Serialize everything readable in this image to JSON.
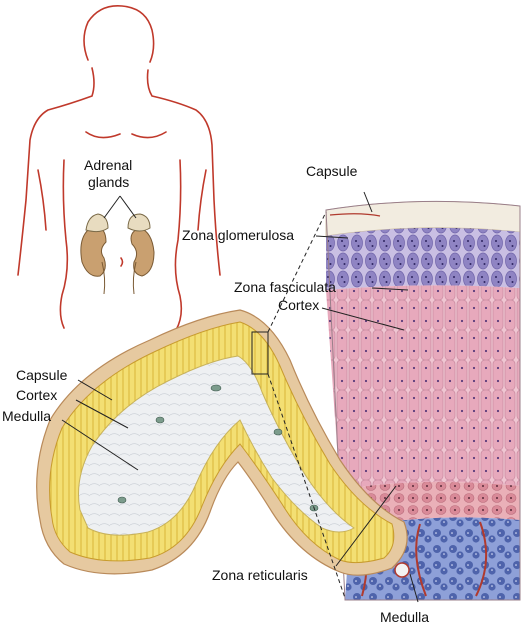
{
  "labels": {
    "adrenal_glands_line1": "Adrenal",
    "adrenal_glands_line2": "glands",
    "capsule_top": "Capsule",
    "zona_glomerulosa": "Zona glomerulosa",
    "zona_fasciculata": "Zona fasciculata",
    "cortex_right": "Cortex",
    "capsule_left": "Capsule",
    "cortex_left": "Cortex",
    "medulla_left": "Medulla",
    "zona_reticularis": "Zona reticularis",
    "medulla_bottom": "Medulla"
  },
  "colors": {
    "body_outline": "#c0392b",
    "kidney": "#c9a070",
    "adrenal": "#e8dcc0",
    "cortex_yellow": "#f3df73",
    "medulla_white": "#eef0f2",
    "capsule_tan": "#e6c9a0",
    "fasciculata_pink": "#e8b7c5",
    "glomerulosa_purple": "#9b8fc6",
    "medulla_blue": "#5b6fb0",
    "vessel_red": "#b03a2e"
  }
}
